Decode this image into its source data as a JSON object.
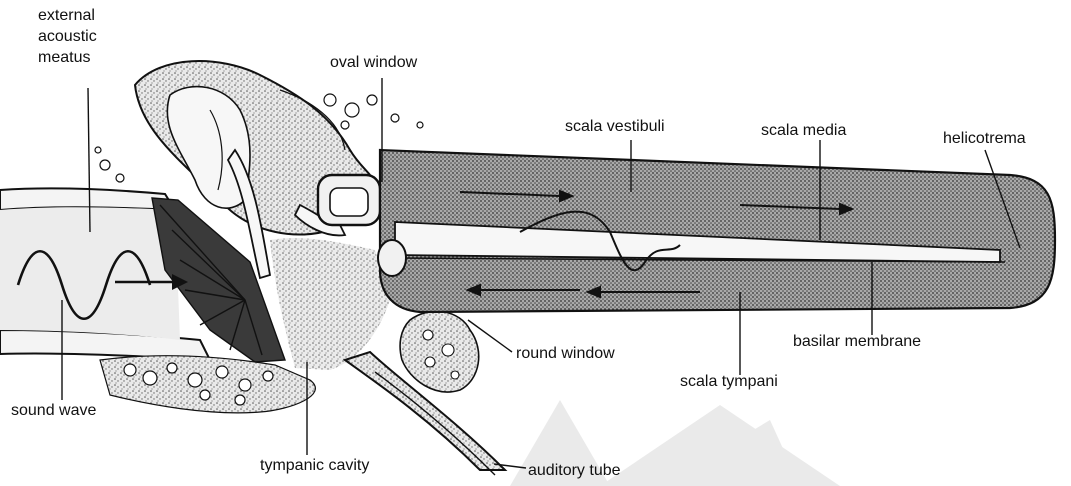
{
  "labels": {
    "external_acoustic_meatus": [
      "external",
      "acoustic",
      "meatus"
    ],
    "oval_window": "oval window",
    "scala_vestibuli": "scala vestibuli",
    "scala_media": "scala media",
    "helicotrema": "helicotrema",
    "basilar_membrane": "basilar membrane",
    "round_window": "round window",
    "scala_tympani": "scala tympani",
    "sound_wave": "sound wave",
    "tympanic_cavity": "tympanic cavity",
    "auditory_tube": "auditory tube"
  },
  "colors": {
    "ink": "#111111",
    "stipple_fill": "#bdbdbd",
    "dense_fill": "#8a8a8a",
    "light_fill": "#e6e6e6",
    "watermark": "#dadada"
  }
}
